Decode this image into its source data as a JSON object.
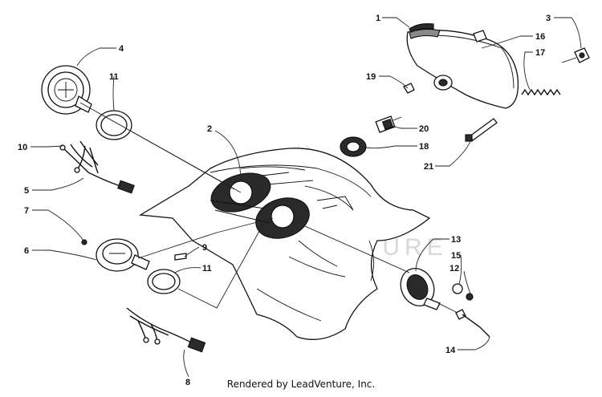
{
  "diagram": {
    "callouts": [
      {
        "id": "1",
        "label": "1"
      },
      {
        "id": "2",
        "label": "2"
      },
      {
        "id": "3",
        "label": "3"
      },
      {
        "id": "4",
        "label": "4"
      },
      {
        "id": "5",
        "label": "5"
      },
      {
        "id": "6",
        "label": "6"
      },
      {
        "id": "7",
        "label": "7"
      },
      {
        "id": "8",
        "label": "8"
      },
      {
        "id": "9",
        "label": "9"
      },
      {
        "id": "10",
        "label": "10"
      },
      {
        "id": "11a",
        "label": "11"
      },
      {
        "id": "11b",
        "label": "11"
      },
      {
        "id": "12",
        "label": "12"
      },
      {
        "id": "13",
        "label": "13"
      },
      {
        "id": "14",
        "label": "14"
      },
      {
        "id": "15",
        "label": "15"
      },
      {
        "id": "16",
        "label": "16"
      },
      {
        "id": "17",
        "label": "17"
      },
      {
        "id": "18",
        "label": "18"
      },
      {
        "id": "19",
        "label": "19"
      },
      {
        "id": "20",
        "label": "20"
      },
      {
        "id": "21",
        "label": "21"
      }
    ],
    "watermark": "LEADVENTURE"
  },
  "footer": {
    "credit": "Rendered by LeadVenture, Inc."
  }
}
